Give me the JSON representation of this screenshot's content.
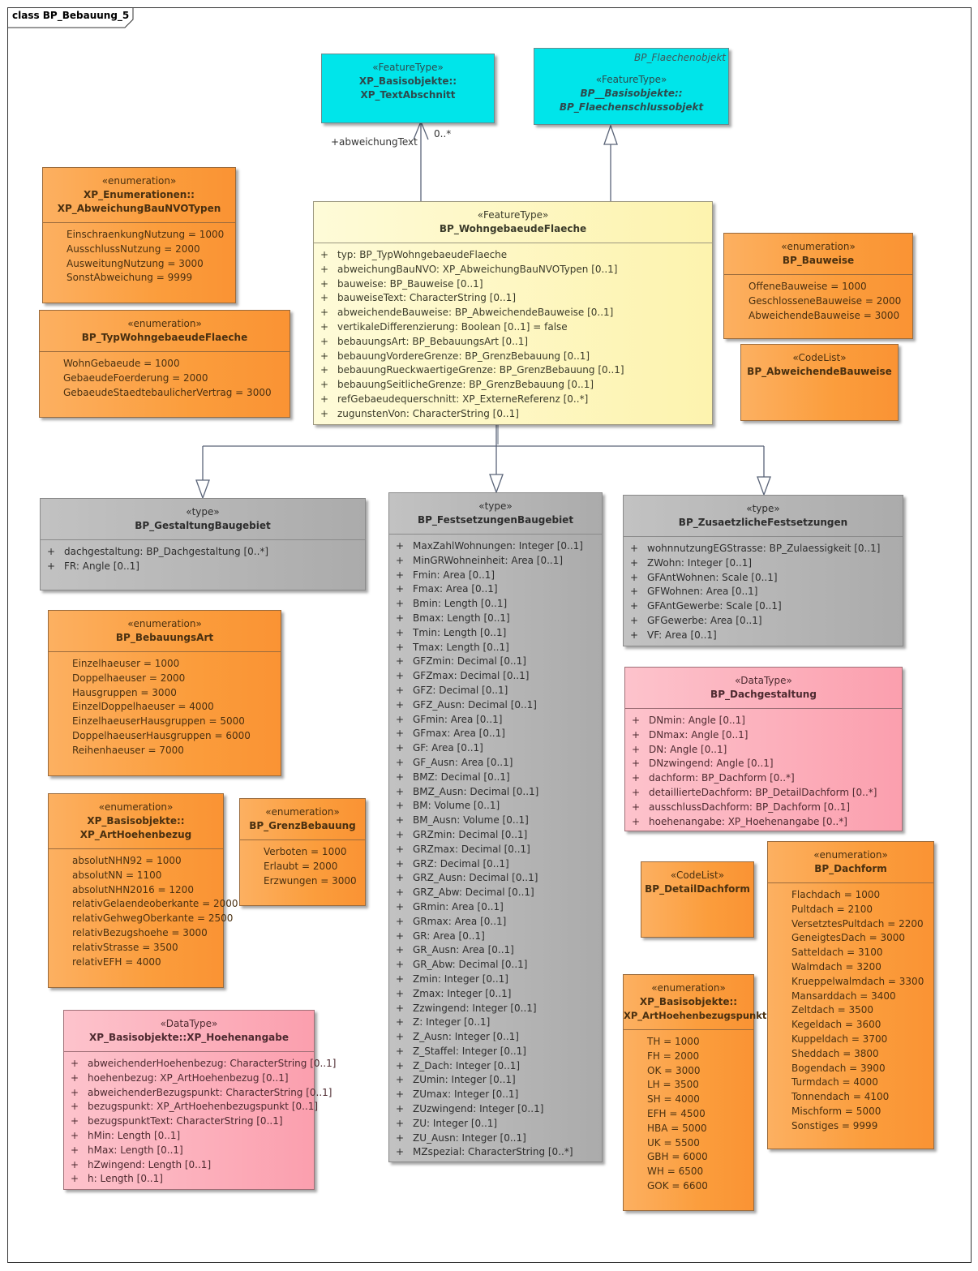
{
  "frame": {
    "label": "class BP_Bebauung_5"
  },
  "associations": {
    "text_role": "+abweichungText",
    "text_multiplicity": "0..*"
  },
  "classes": {
    "textabschnitt": {
      "stereotype": "«FeatureType»",
      "name_lines": [
        "XP_Basisobjekte::",
        "XP_TextAbschnitt"
      ]
    },
    "flaechenschluss": {
      "tag": "BP_Flaechenobjekt",
      "stereotype": "«FeatureType»",
      "name_lines": [
        "BP__Basisobjekte::",
        "BP_Flaechenschlussobjekt"
      ]
    },
    "wohngebaeude": {
      "stereotype": "«FeatureType»",
      "name_lines": [
        "BP_WohngebaeudeFlaeche"
      ],
      "attributes": [
        "typ: BP_TypWohngebaeudeFlaeche",
        "abweichungBauNVO: XP_AbweichungBauNVOTypen [0..1]",
        "bauweise: BP_Bauweise [0..1]",
        "bauweiseText: CharacterString [0..1]",
        "abweichendeBauweise: BP_AbweichendeBauweise [0..1]",
        "vertikaleDifferenzierung: Boolean [0..1] = false",
        "bebauungsArt: BP_BebauungsArt [0..1]",
        "bebauungVordereGrenze: BP_GrenzBebauung [0..1]",
        "bebauungRueckwaertigeGrenze: BP_GrenzBebauung [0..1]",
        "bebauungSeitlicheGrenze: BP_GrenzBebauung [0..1]",
        "refGebaeudequerschnitt: XP_ExterneReferenz [0..*]",
        "zugunstenVon: CharacterString [0..1]"
      ]
    },
    "abweichungBauNVO": {
      "stereotype": "«enumeration»",
      "name_lines": [
        "XP_Enumerationen::",
        "XP_AbweichungBauNVOTypen"
      ],
      "literals": [
        "EinschraenkungNutzung = 1000",
        "AusschlussNutzung = 2000",
        "AusweitungNutzung = 3000",
        "SonstAbweichung = 9999"
      ]
    },
    "typWohngebaeude": {
      "stereotype": "«enumeration»",
      "name_lines": [
        "BP_TypWohngebaeudeFlaeche"
      ],
      "literals": [
        "WohnGebaeude = 1000",
        "GebaeudeFoerderung = 2000",
        "GebaeudeStaedtebaulicherVertrag = 3000"
      ]
    },
    "bauweise": {
      "stereotype": "«enumeration»",
      "name_lines": [
        "BP_Bauweise"
      ],
      "literals": [
        "OffeneBauweise = 1000",
        "GeschlosseneBauweise = 2000",
        "AbweichendeBauweise = 3000"
      ]
    },
    "abweichendeBauweise": {
      "stereotype": "«CodeList»",
      "name_lines": [
        "BP_AbweichendeBauweise"
      ]
    },
    "gestaltung": {
      "stereotype": "«type»",
      "name_lines": [
        "BP_GestaltungBaugebiet"
      ],
      "attributes": [
        "dachgestaltung: BP_Dachgestaltung [0..*]",
        "FR: Angle [0..1]"
      ]
    },
    "festsetzungen": {
      "stereotype": "«type»",
      "name_lines": [
        "BP_FestsetzungenBaugebiet"
      ],
      "attributes": [
        "MaxZahlWohnungen: Integer [0..1]",
        "MinGRWohneinheit: Area [0..1]",
        "Fmin: Area [0..1]",
        "Fmax: Area [0..1]",
        "Bmin: Length [0..1]",
        "Bmax: Length [0..1]",
        "Tmin: Length [0..1]",
        "Tmax: Length [0..1]",
        "GFZmin: Decimal [0..1]",
        "GFZmax: Decimal [0..1]",
        "GFZ: Decimal [0..1]",
        "GFZ_Ausn: Decimal [0..1]",
        "GFmin: Area [0..1]",
        "GFmax: Area [0..1]",
        "GF: Area [0..1]",
        "GF_Ausn: Area [0..1]",
        "BMZ: Decimal [0..1]",
        "BMZ_Ausn: Decimal [0..1]",
        "BM: Volume [0..1]",
        "BM_Ausn: Volume [0..1]",
        "GRZmin: Decimal [0..1]",
        "GRZmax: Decimal [0..1]",
        "GRZ: Decimal [0..1]",
        "GRZ_Ausn: Decimal [0..1]",
        "GRZ_Abw: Decimal [0..1]",
        "GRmin: Area [0..1]",
        "GRmax: Area [0..1]",
        "GR: Area [0..1]",
        "GR_Ausn: Area [0..1]",
        "GR_Abw: Decimal [0..1]",
        "Zmin: Integer [0..1]",
        "Zmax: Integer [0..1]",
        "Zzwingend: Integer [0..1]",
        "Z: Integer [0..1]",
        "Z_Ausn: Integer [0..1]",
        "Z_Staffel: Integer [0..1]",
        "Z_Dach: Integer [0..1]",
        "ZUmin: Integer [0..1]",
        "ZUmax: Integer [0..1]",
        "ZUzwingend: Integer [0..1]",
        "ZU: Integer [0..1]",
        "ZU_Ausn: Integer [0..1]",
        "MZspezial: CharacterString [0..*]"
      ]
    },
    "zusaetzliche": {
      "stereotype": "«type»",
      "name_lines": [
        "BP_ZusaetzlicheFestsetzungen"
      ],
      "attributes": [
        "wohnnutzungEGStrasse: BP_Zulaessigkeit [0..1]",
        "ZWohn: Integer [0..1]",
        "GFAntWohnen: Scale [0..1]",
        "GFWohnen: Area [0..1]",
        "GFAntGewerbe: Scale [0..1]",
        "GFGewerbe: Area [0..1]",
        "VF: Area [0..1]"
      ]
    },
    "bebauungsArt": {
      "stereotype": "«enumeration»",
      "name_lines": [
        "BP_BebauungsArt"
      ],
      "literals": [
        "Einzelhaeuser = 1000",
        "Doppelhaeuser = 2000",
        "Hausgruppen = 3000",
        "EinzelDoppelhaeuser = 4000",
        "EinzelhaeuserHausgruppen = 5000",
        "DoppelhaeuserHausgruppen = 6000",
        "Reihenhaeuser = 7000"
      ]
    },
    "dachgestaltung": {
      "stereotype": "«DataType»",
      "name_lines": [
        "BP_Dachgestaltung"
      ],
      "attributes": [
        "DNmin: Angle [0..1]",
        "DNmax: Angle [0..1]",
        "DN: Angle [0..1]",
        "DNzwingend: Angle [0..1]",
        "dachform: BP_Dachform [0..*]",
        "detaillierteDachform: BP_DetailDachform [0..*]",
        "ausschlussDachform: BP_Dachform [0..1]",
        "hoehenangabe: XP_Hoehenangabe [0..*]"
      ]
    },
    "artHoehenbezug": {
      "stereotype": "«enumeration»",
      "name_lines": [
        "XP_Basisobjekte::",
        "XP_ArtHoehenbezug"
      ],
      "literals": [
        "absolutNHN92 = 1000",
        "absolutNN = 1100",
        "absolutNHN2016 = 1200",
        "relativGelaendeoberkante = 2000",
        "relativGehwegOberkante = 2500",
        "relativBezugshoehe = 3000",
        "relativStrasse = 3500",
        "relativEFH = 4000"
      ]
    },
    "grenzBebauung": {
      "stereotype": "«enumeration»",
      "name_lines": [
        "BP_GrenzBebauung"
      ],
      "literals": [
        "Verboten = 1000",
        "Erlaubt = 2000",
        "Erzwungen = 3000"
      ]
    },
    "detailDachform": {
      "stereotype": "«CodeList»",
      "name_lines": [
        "BP_DetailDachform"
      ]
    },
    "dachform": {
      "stereotype": "«enumeration»",
      "name_lines": [
        "BP_Dachform"
      ],
      "literals": [
        "Flachdach = 1000",
        "Pultdach = 2100",
        "VersetztesPultdach = 2200",
        "GeneigtesDach = 3000",
        "Satteldach = 3100",
        "Walmdach = 3200",
        "Krueppelwalmdach = 3300",
        "Mansarddach = 3400",
        "Zeltdach = 3500",
        "Kegeldach = 3600",
        "Kuppeldach = 3700",
        "Sheddach = 3800",
        "Bogendach = 3900",
        "Turmdach = 4000",
        "Tonnendach = 4100",
        "Mischform = 5000",
        "Sonstiges = 9999"
      ]
    },
    "hoehenangabe": {
      "stereotype": "«DataType»",
      "name_lines": [
        "XP_Basisobjekte::XP_Hoehenangabe"
      ],
      "attributes": [
        "abweichenderHoehenbezug: CharacterString [0..1]",
        "hoehenbezug: XP_ArtHoehenbezug [0..1]",
        "abweichenderBezugspunkt: CharacterString [0..1]",
        "bezugspunkt: XP_ArtHoehenbezugspunkt [0..1]",
        "bezugspunktText: CharacterString [0..1]",
        "hMin: Length [0..1]",
        "hMax: Length [0..1]",
        "hZwingend: Length [0..1]",
        "h: Length [0..1]"
      ]
    },
    "artHoehenbezugspunkt": {
      "stereotype": "«enumeration»",
      "name_lines": [
        "XP_Basisobjekte::",
        "XP_ArtHoehenbezugspunkt"
      ],
      "literals": [
        "TH = 1000",
        "FH = 2000",
        "OK = 3000",
        "LH = 3500",
        "SH = 4000",
        "EFH = 4500",
        "HBA = 5000",
        "UK = 5500",
        "GBH = 6000",
        "WH = 6500",
        "GOK = 6600"
      ]
    }
  }
}
